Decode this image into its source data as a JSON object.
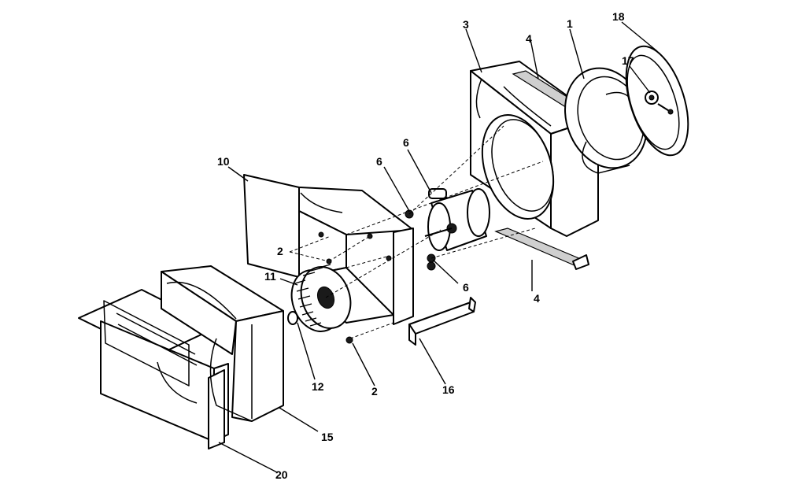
{
  "callouts": {
    "c1": "1",
    "c2a": "2",
    "c2b": "2",
    "c3": "3",
    "c4a": "4",
    "c4b": "4",
    "c6a": "6",
    "c6b": "6",
    "c6c": "6",
    "c10": "10",
    "c11": "11",
    "c12": "12",
    "c15": "15",
    "c16": "16",
    "c17": "17",
    "c18": "18",
    "c20": "20"
  }
}
